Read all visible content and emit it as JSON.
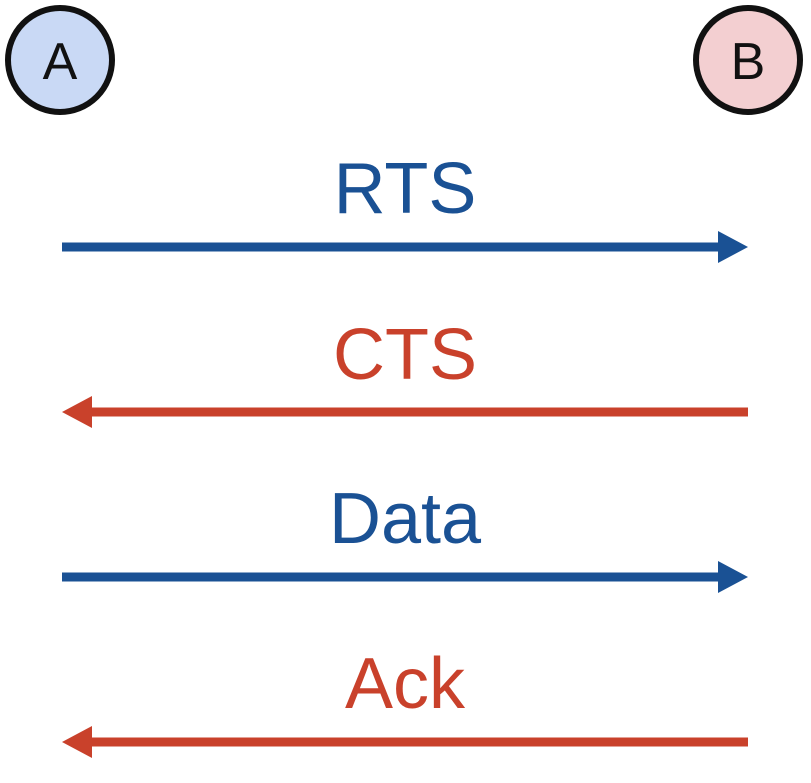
{
  "nodes": {
    "a": {
      "label": "A",
      "fill": "#c9d9f5"
    },
    "b": {
      "label": "B",
      "fill": "#f3cfd1"
    }
  },
  "colors": {
    "request": "#1a5194",
    "response": "#c9412b",
    "outline": "#111111"
  },
  "messages": [
    {
      "label": "RTS",
      "direction": "A-to-B",
      "color": "#1a5194"
    },
    {
      "label": "CTS",
      "direction": "B-to-A",
      "color": "#c9412b"
    },
    {
      "label": "Data",
      "direction": "A-to-B",
      "color": "#1a5194"
    },
    {
      "label": "Ack",
      "direction": "B-to-A",
      "color": "#c9412b"
    }
  ]
}
